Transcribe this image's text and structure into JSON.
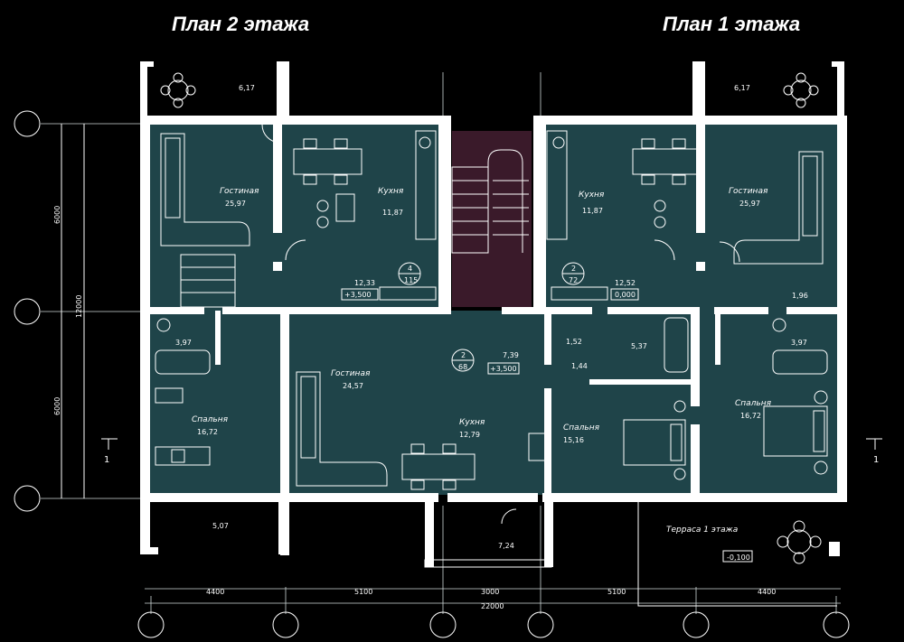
{
  "titles": {
    "floor2": "План 2 этажа",
    "floor1": "План 1 этажа"
  },
  "rooms": {
    "balcony_l_top": {
      "area": "6,17"
    },
    "balcony_r_top": {
      "area": "6,17"
    },
    "living_l": {
      "name": "Гостиная",
      "area": "25,97"
    },
    "kitchen_l": {
      "name": "Кухня",
      "area": "11,87"
    },
    "hall_l": {
      "area": "12,33",
      "level": "+3,500"
    },
    "kitchen_r": {
      "name": "Кухня",
      "area": "11,87"
    },
    "living_r": {
      "name": "Гостиная",
      "area": "25,97"
    },
    "hall_r": {
      "area": "12,52",
      "level": "0,000"
    },
    "wc_r_small": {
      "area": "1,96"
    },
    "bath_l": {
      "area": "3,97"
    },
    "bath_r": {
      "area": "3,97"
    },
    "living_c": {
      "name": "Гостиная",
      "area": "24,57"
    },
    "hall_c": {
      "area": "7,39",
      "level": "+3,500"
    },
    "wc_c": {
      "area": "1,52"
    },
    "bath_c": {
      "area": "5,37"
    },
    "corr_c": {
      "area": "1,44"
    },
    "bedroom_l": {
      "name": "Спальня",
      "area": "16,72"
    },
    "kitchen_c": {
      "name": "Кухня",
      "area": "12,79"
    },
    "bedroom_c": {
      "name": "Спальня",
      "area": "15,16"
    },
    "bedroom_r": {
      "name": "Спальня",
      "area": "16,72"
    },
    "balcony_l_bot": {
      "area": "5,07"
    },
    "porch": {
      "area": "7,24"
    },
    "terrace": {
      "name": "Терраса 1 этажа",
      "level": "-0,100"
    }
  },
  "apartment_tags": {
    "apt_l": {
      "num": "4",
      "area": "115"
    },
    "apt_r": {
      "num": "2",
      "area": "72"
    },
    "apt_c": {
      "num": "2",
      "area": "68"
    }
  },
  "dimensions": {
    "vertical": [
      "6000",
      "12000",
      "6000"
    ],
    "horizontal": [
      "4400",
      "5100",
      "3000",
      "5100",
      "4400"
    ],
    "total": "22000",
    "section_mark": "1"
  },
  "colors": {
    "background": "#000000",
    "rooms": "#1f4449",
    "stair": "#3a1a2a",
    "walls": "#ffffff"
  }
}
